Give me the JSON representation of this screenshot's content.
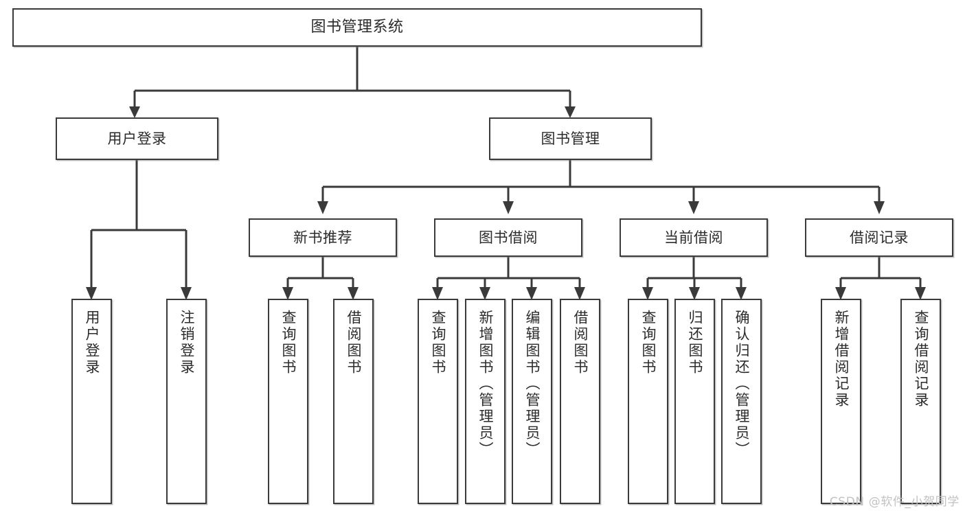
{
  "diagram": {
    "title": "图书管理系统",
    "type": "tree",
    "theme": {
      "background": "#ffffff",
      "box_border": "#3a3a3a",
      "box_fill": "#ffffff",
      "connector": "#3a3a3a",
      "text": "#2b2b2b",
      "watermark": "#c2c2c2"
    },
    "root": {
      "id": "root",
      "label": "图书管理系统"
    },
    "level2": [
      {
        "id": "user-login",
        "label": "用户登录"
      },
      {
        "id": "book-manage",
        "label": "图书管理"
      }
    ],
    "level3": [
      {
        "id": "new-book-recommend",
        "label": "新书推荐"
      },
      {
        "id": "book-borrow",
        "label": "图书借阅"
      },
      {
        "id": "current-borrow",
        "label": "当前借阅"
      },
      {
        "id": "borrow-record",
        "label": "借阅记录"
      }
    ],
    "leaves": {
      "user_login": [
        {
          "id": "leaf-user-login",
          "label": "用户登录"
        },
        {
          "id": "leaf-logout-login",
          "label": "注销登录"
        }
      ],
      "new_book_recommend": [
        {
          "id": "leaf-query-book-1",
          "label": "查询图书"
        },
        {
          "id": "leaf-borrow-book-1",
          "label": "借阅图书"
        }
      ],
      "book_borrow": [
        {
          "id": "leaf-query-book-2",
          "label": "查询图书"
        },
        {
          "id": "leaf-add-book",
          "label": "新增图书（管理员）"
        },
        {
          "id": "leaf-edit-book",
          "label": "编辑图书（管理员）"
        },
        {
          "id": "leaf-borrow-book-2",
          "label": "借阅图书"
        }
      ],
      "current_borrow": [
        {
          "id": "leaf-query-book-3",
          "label": "查询图书"
        },
        {
          "id": "leaf-return-book",
          "label": "归还图书"
        },
        {
          "id": "leaf-confirm-return",
          "label": "确认归还（管理员）"
        }
      ],
      "borrow_record": [
        {
          "id": "leaf-add-record",
          "label": "新增借阅记录"
        },
        {
          "id": "leaf-query-record",
          "label": "查询借阅记录"
        }
      ]
    },
    "watermark": "CSDN @软件_小贺同学"
  }
}
